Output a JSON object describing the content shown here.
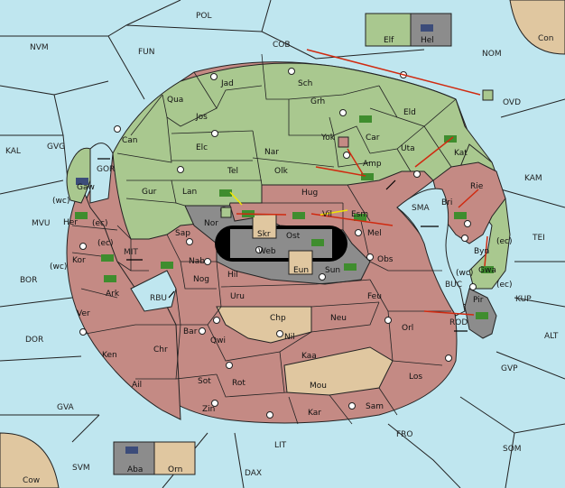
{
  "colors": {
    "sea": "#bfe6ef",
    "green_power": "#a9c88f",
    "red_power": "#c48a84",
    "neutral_gray": "#8c8c8c",
    "tan": "#e0c7a0",
    "unit_green": "#3f8d2e",
    "order_red": "#d02a10",
    "order_yellow": "#f0e800"
  },
  "seas": {
    "pol": "POL",
    "nvm": "NVM",
    "fun": "FUN",
    "cob": "COB",
    "nom": "NOM",
    "con": "Con",
    "ovd": "OVD",
    "kal": "KAL",
    "gvg": "GVG",
    "kam": "KAM",
    "mvu": "MVU",
    "tei": "TEI",
    "bor": "BOR",
    "mit": "MIT",
    "rbu": "RBU",
    "sma": "SMA",
    "buc": "BUC",
    "kup": "KUP",
    "rod": "ROD",
    "alt": "ALT",
    "dor": "DOR",
    "gvp": "GVP",
    "gva": "GVA",
    "fro": "FRO",
    "lit": "LIT",
    "som": "SOM",
    "svm": "SVM",
    "dax": "DAX",
    "cow": "Cow",
    "gor": "GOR"
  },
  "lands": {
    "jad": "Jad",
    "sch": "Sch",
    "qua": "Qua",
    "jos": "Jos",
    "grh": "Grh",
    "eld": "Eld",
    "can": "Can",
    "yok": "Yok",
    "car": "Car",
    "elc": "Elc",
    "nar": "Nar",
    "uta": "Uta",
    "kat": "Kat",
    "tel": "Tel",
    "olk": "Olk",
    "amp": "Amp",
    "gur": "Gur",
    "lan": "Lan",
    "hug": "Hug",
    "rie": "Rie",
    "bri": "Bri",
    "nor": "Nor",
    "skr": "Skr",
    "vil": "Vil",
    "esm": "Esm",
    "sap": "Sap",
    "ost": "Ost",
    "mel": "Mel",
    "web": "Web",
    "byn": "Byn",
    "nab": "Nab",
    "eun": "Eun",
    "sun": "Sun",
    "obs": "Obs",
    "gwa": "Gwa",
    "hil": "Hil",
    "nog": "Nog",
    "uru": "Uru",
    "feu": "Feu",
    "pir": "Pir",
    "gaw": "Gaw",
    "her": "Her",
    "kor": "Kor",
    "ark": "Ark",
    "ver": "Ver",
    "ken": "Ken",
    "chr": "Chr",
    "bar": "Bar",
    "qwi": "Qwi",
    "chp": "Chp",
    "neu": "Neu",
    "orl": "Orl",
    "nil": "Nil",
    "kaa": "Kaa",
    "los": "Los",
    "ail": "Ail",
    "sot": "Sot",
    "rot": "Rot",
    "mou": "Mou",
    "zin": "Zin",
    "kar": "Kar",
    "sam": "Sam",
    "elf": "Elf",
    "hel": "Hel",
    "aba": "Aba",
    "orn": "Orn"
  },
  "coasts": {
    "her_wc": "(wc)",
    "her_ec": "(ec)",
    "kor_ec": "(ec)",
    "kor_wc": "(wc)",
    "byn_ec": "(ec)",
    "byn_wc": "(wc)",
    "gwa_ec": "(ec)"
  }
}
